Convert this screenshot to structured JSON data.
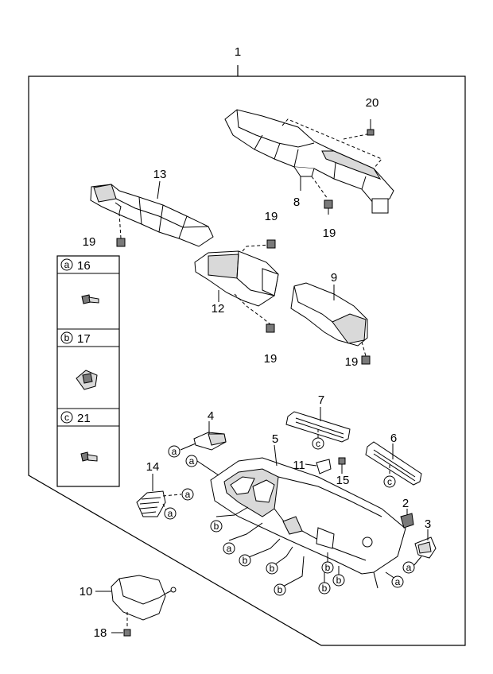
{
  "callouts": {
    "c1": "1",
    "c2": "2",
    "c3": "3",
    "c4": "4",
    "c5": "5",
    "c6": "6",
    "c7": "7",
    "c8": "8",
    "c9": "9",
    "c10": "10",
    "c11": "11",
    "c12": "12",
    "c13": "13",
    "c14": "14",
    "c15": "15",
    "c18": "18",
    "c19a": "19",
    "c19b": "19",
    "c19c": "19",
    "c19d": "19",
    "c19e": "19",
    "c20": "20"
  },
  "legend": {
    "rows": [
      {
        "letter": "a",
        "part": "16"
      },
      {
        "letter": "b",
        "part": "17"
      },
      {
        "letter": "c",
        "part": "21"
      }
    ]
  },
  "markers": {
    "a": "a",
    "b": "b",
    "c": "c"
  }
}
